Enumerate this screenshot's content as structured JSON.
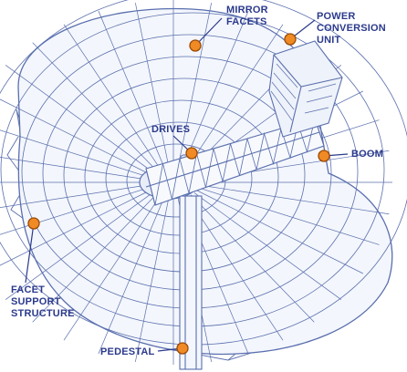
{
  "labels": {
    "mirror_facets": "MIRROR\nFACETS",
    "power_conversion_unit": "POWER\nCONVERSION UNIT",
    "drives": "DRIVES",
    "boom": "BOOM",
    "facet_support_structure": "FACET\nSUPPORT\nSTRUCTURE",
    "pedestal": "PEDESTAL"
  },
  "colors": {
    "label_text": "#2b3a8c",
    "line_art": "#5a6fae",
    "facet_fill": "#f3f6fc",
    "marker_fill": "#f08a24",
    "marker_stroke": "#9a4a06",
    "leader_line": "#2b3a8c"
  }
}
